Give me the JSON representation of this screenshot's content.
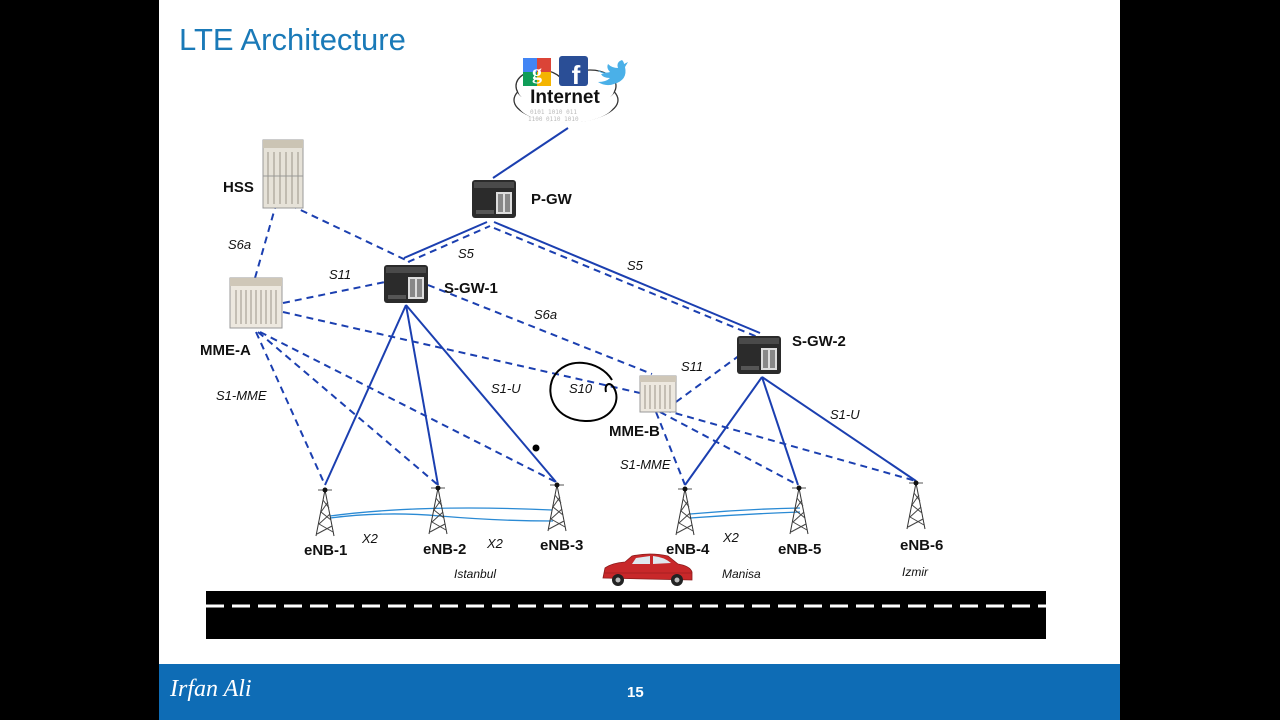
{
  "slide": {
    "title": "LTE Architecture",
    "author": "Irfan Ali",
    "page_number": "15"
  },
  "cloud": {
    "label": "Internet",
    "logos": [
      "google-plus-icon",
      "facebook-icon",
      "twitter-icon"
    ]
  },
  "nodes": {
    "hss": "HSS",
    "pgw": "P-GW",
    "sgw1": "S-GW-1",
    "sgw2": "S-GW-2",
    "mmeA": "MME-A",
    "mmeB": "MME-B",
    "enb1": "eNB-1",
    "enb2": "eNB-2",
    "enb3": "eNB-3",
    "enb4": "eNB-4",
    "enb5": "eNB-5",
    "enb6": "eNB-6"
  },
  "interfaces": {
    "s6a_hss": "S6a",
    "s11_a": "S11",
    "s5_1": "S5",
    "s5_2": "S5",
    "s6a_b": "S6a",
    "s11_b": "S11",
    "s1mme_a": "S1-MME",
    "s1u_1": "S1-U",
    "s10": "S10",
    "s1mme_b": "S1-MME",
    "s1u_2": "S1-U",
    "x2_1": "X2",
    "x2_2": "X2",
    "x2_3": "X2"
  },
  "cities": {
    "istanbul": "Istanbul",
    "manisa": "Manisa",
    "izmir": "Izmir"
  },
  "colors": {
    "title": "#1a7ab8",
    "link": "#1b3fb0",
    "x2_link": "#2a8ad4",
    "footer": "#0e6cb5",
    "car": "#c8282a"
  }
}
